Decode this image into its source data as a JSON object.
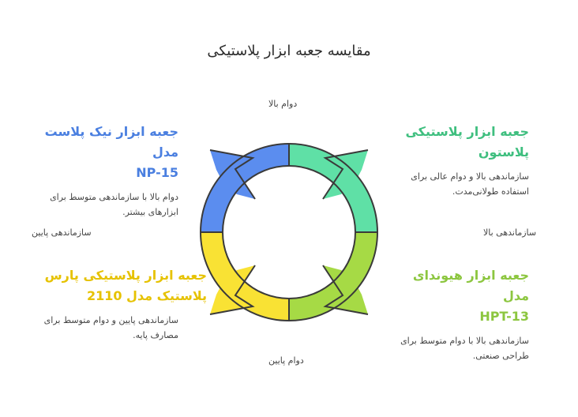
{
  "title": "مقایسه جعبه ابزار پلاستیکی",
  "axes": {
    "top": "دوام بالا",
    "bottom": "دوام پایین",
    "left": "سازماندهی پایین",
    "right": "سازماندهی بالا"
  },
  "quadrants": {
    "top_left": {
      "title_line1": "جعبه ابزار نیک پلاست مدل",
      "title_line2": "NP-15",
      "desc_line1": "دوام بالا با سازماندهی متوسط برای",
      "desc_line2": "ابزارهای بیشتر.",
      "color": "#4a7fe0"
    },
    "top_right": {
      "title_line1": "جعبه ابزار پلاستیکی",
      "title_line2": "پلاستون",
      "desc_line1": "سازماندهی بالا و دوام عالی برای",
      "desc_line2": "استفاده طولانی‌مدت.",
      "color": "#3fbf7f"
    },
    "bottom_left": {
      "title_line1": "جعبه ابزار پلاستیکی پارس",
      "title_line2": "پلاستیک مدل 2110",
      "desc_line1": "سازماندهی پایین و دوام متوسط برای",
      "desc_line2": "مصارف پایه.",
      "color": "#e6c200"
    },
    "bottom_right": {
      "title_line1": "جعبه ابزار هیوندای مدل",
      "title_line2": "HPT-13",
      "desc_line1": "سازماندهی بالا با دوام متوسط برای",
      "desc_line2": "طراحی صنعتی.",
      "color": "#8cc63f"
    }
  },
  "fills": {
    "top_left": "#5b8def",
    "top_right": "#5fe0a6",
    "bottom_left": "#f9e234",
    "bottom_right": "#a6da45",
    "outline": "#3a3a3a"
  }
}
